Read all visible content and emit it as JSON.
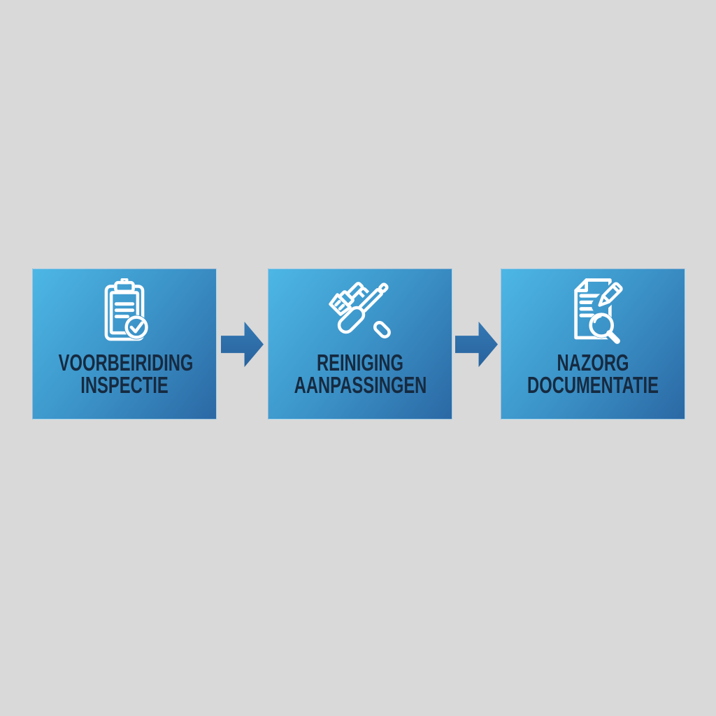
{
  "diagram": {
    "type": "process-flow",
    "colors": {
      "page_background": "#d9d9d9",
      "box_gradient_top_left": "#4db7e5",
      "box_gradient_mid": "#3b92c7",
      "box_gradient_bottom_right": "#2b68a4",
      "box_border": "rgba(255,255,255,0.5)",
      "arrow": "#3478b4",
      "arrow_dark": "#28639d",
      "step_text": "#162a40",
      "icon_stroke": "#ffffff"
    },
    "steps": [
      {
        "icon": "clipboard-check-icon",
        "lines": [
          "VOORBEIRIDING",
          "INSPECTIE"
        ]
      },
      {
        "icon": "brush-screwdriver-icon",
        "lines": [
          "REINIGING",
          "AANPASSINGEN"
        ]
      },
      {
        "icon": "document-magnifier-pencil-icon",
        "lines": [
          "NAZORG",
          "DOCUMENTATIE"
        ]
      }
    ],
    "connectors": [
      {
        "icon": "arrow-right-icon"
      },
      {
        "icon": "arrow-right-icon"
      }
    ]
  }
}
